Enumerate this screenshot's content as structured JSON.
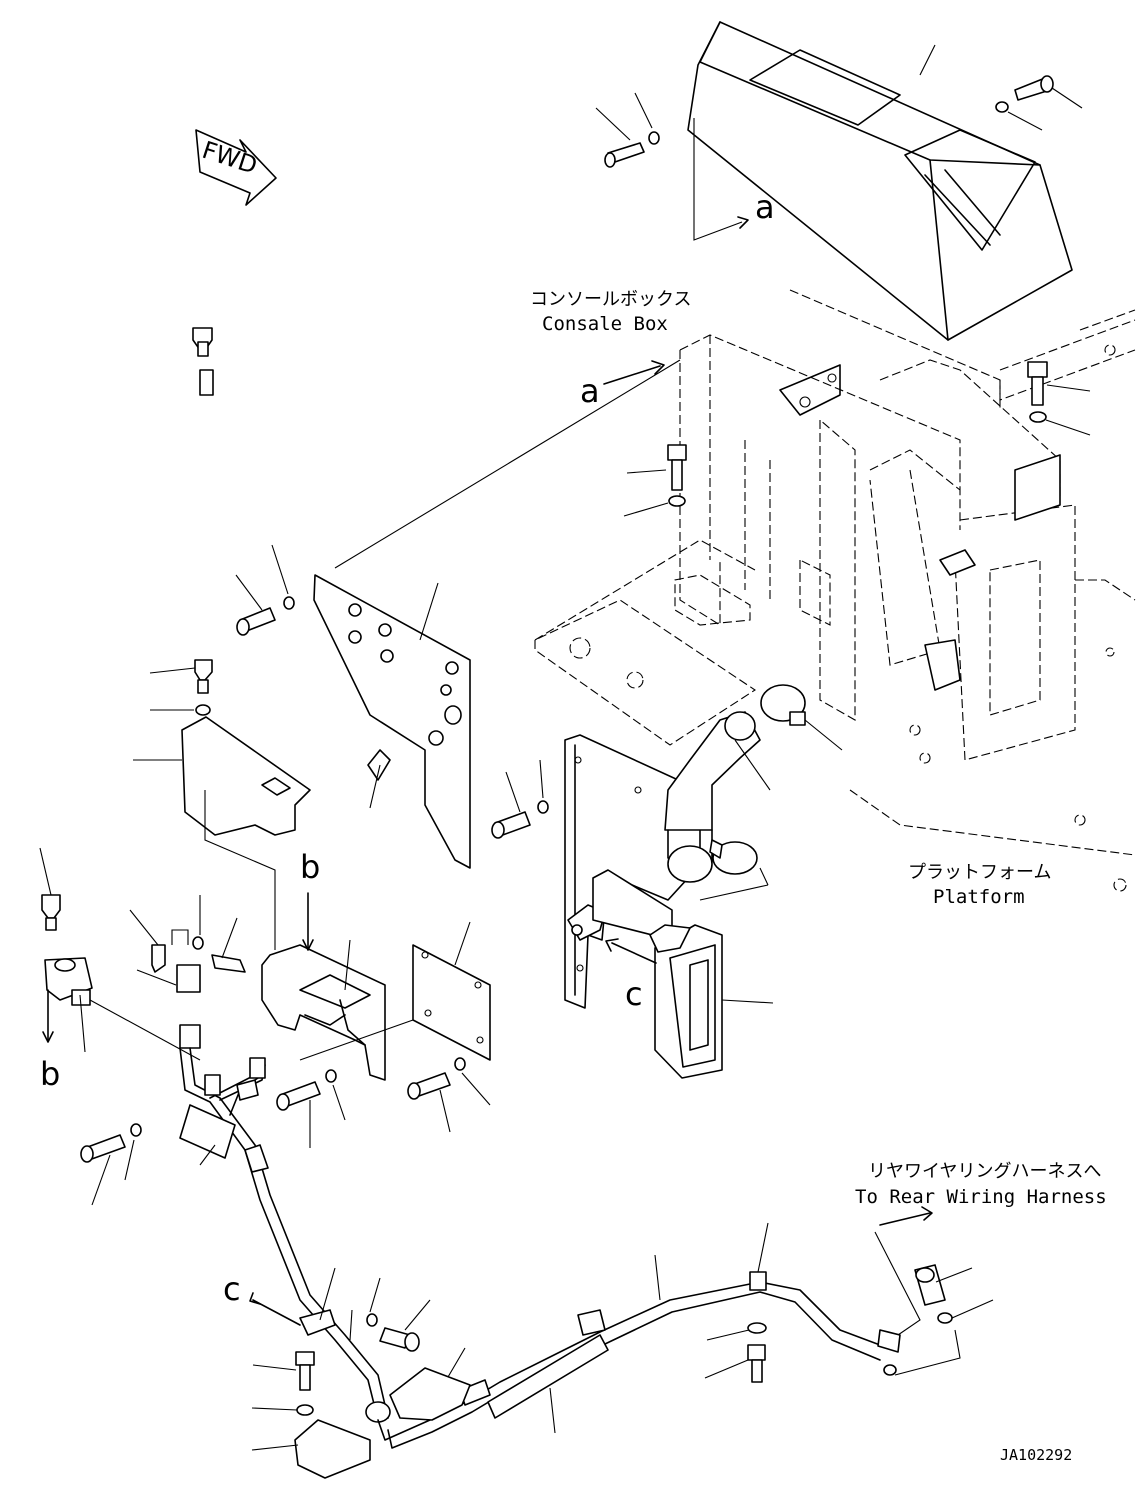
{
  "fwd_arrow": "FWD",
  "console_box": {
    "jp": "コンソールボックス",
    "en": "Consale Box"
  },
  "platform": {
    "jp": "プラットフォーム",
    "en": "Platform"
  },
  "rear_harness": {
    "jp": "リヤワイヤリングハーネスへ",
    "en": "To Rear Wiring Harness"
  },
  "view_markers": {
    "a_top": "a",
    "a_frame": "a",
    "b_bracket": "b",
    "b_valve": "b",
    "c_duct": "c",
    "c_harness": "c"
  },
  "drawing_number": "JA102292"
}
